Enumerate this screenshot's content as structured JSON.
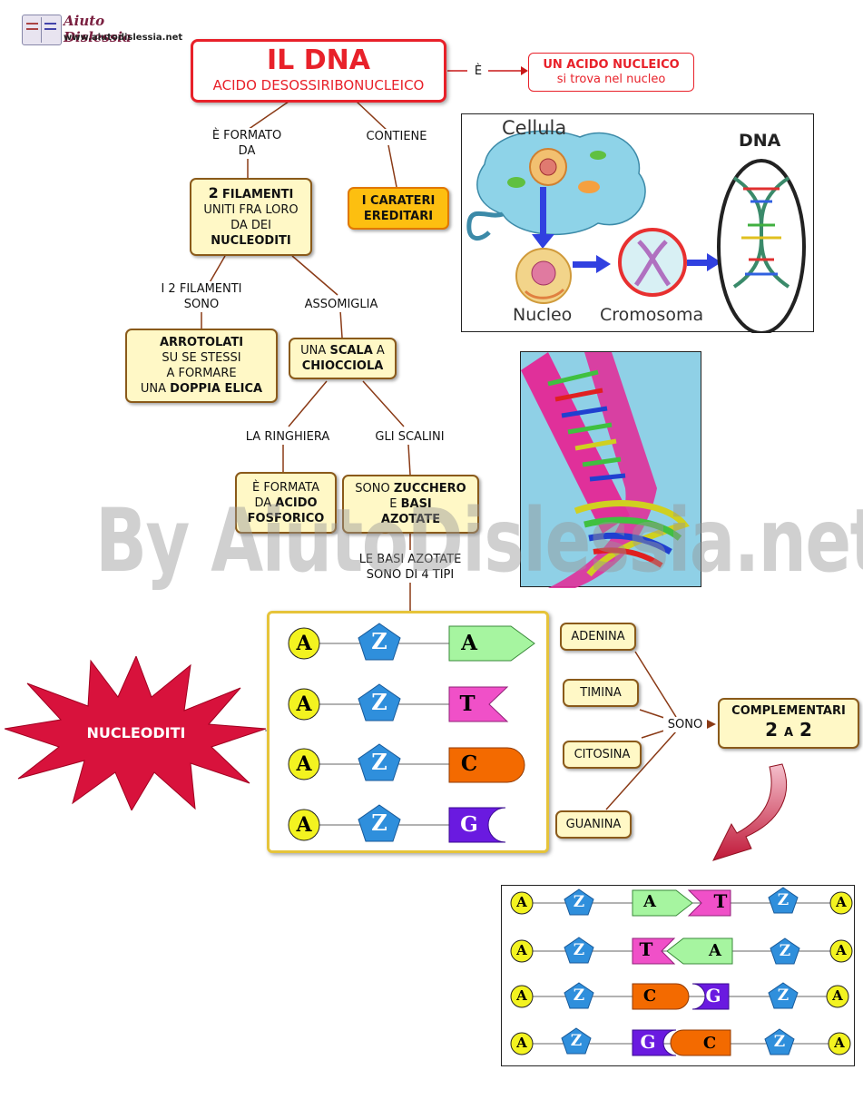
{
  "logo": {
    "name": "Aiuto Dislessia",
    "url": "www.aiutodislessia.net"
  },
  "title": {
    "main": "IL DNA",
    "sub": "ACIDO DESOSSIRIBONUCLEICO"
  },
  "edge_e": "È",
  "acido": {
    "main": "UN ACIDO NUCLEICO",
    "sub": "si trova nel nucleo"
  },
  "edge_formato": [
    "È FORMATO",
    "DA"
  ],
  "edge_contiene": "CONTIENE",
  "caratteri": [
    "I CARATERI",
    "EREDITARI"
  ],
  "filamenti": {
    "n": "2",
    "a": "FILAMENTI",
    "l2": "UNITI FRA LORO",
    "l3": "DA DEI",
    "l4": "NUCLEODITI"
  },
  "edge_sono": [
    "I 2 FILAMENTI",
    "SONO"
  ],
  "edge_assomiglia": "ASSOMIGLIA",
  "arrotolati": {
    "l1": "ARROTOLATI",
    "l2": "SU SE STESSI",
    "l3": "A FORMARE",
    "l4a": "UNA",
    "l4b": "DOPPIA ELICA"
  },
  "scala": {
    "a": "UNA",
    "b": "SCALA",
    "c": "A",
    "d": "CHIOCCIOLA"
  },
  "edge_ringhiera": "LA RINGHIERA",
  "edge_scalini": "GLI SCALINI",
  "fosforico": {
    "l1": "È FORMATA",
    "l2a": "DA",
    "l2b": "ACIDO",
    "l3": "FOSFORICO"
  },
  "zucchero": {
    "l1a": "SONO",
    "l1b": "ZUCCHERO",
    "l2a": "E",
    "l2b": "BASI",
    "l3": "AZOTATE"
  },
  "edge_basi": [
    "LE BASI AZOTATE",
    "SONO DI 4 TIPI"
  ],
  "cell_panel": {
    "cellula": "Cellula",
    "dna": "DNA",
    "nucleo": "Nucleo",
    "cromosoma": "Cromosoma"
  },
  "nucleotides": {
    "phosphate": "A",
    "sugar": "Z",
    "bases": [
      "A",
      "T",
      "C",
      "G"
    ]
  },
  "burst": "NUCLEODITI",
  "base_names": [
    "ADENINA",
    "TIMINA",
    "CITOSINA",
    "GUANINA"
  ],
  "edge_sono2": "SONO",
  "complementari": {
    "l1": "COMPLEMENTARI",
    "n1": "2",
    "a": "A",
    "n2": "2"
  },
  "pairs": [
    [
      "A",
      "T"
    ],
    [
      "T",
      "A"
    ],
    [
      "C",
      "G"
    ],
    [
      "G",
      "C"
    ]
  ],
  "watermark": "By AiutoDislessia.net",
  "colors": {
    "red": "#e8212a",
    "orange": "#f07800",
    "helix_pink": "#e0309a",
    "sugar_blue": "#2f8fdc",
    "phosphate_yellow": "#f3f320",
    "base_A": "#a6f5a0",
    "base_T": "#f050c8",
    "base_C": "#f36a00",
    "base_G": "#6a1ae0",
    "burst": "#d8123c"
  }
}
